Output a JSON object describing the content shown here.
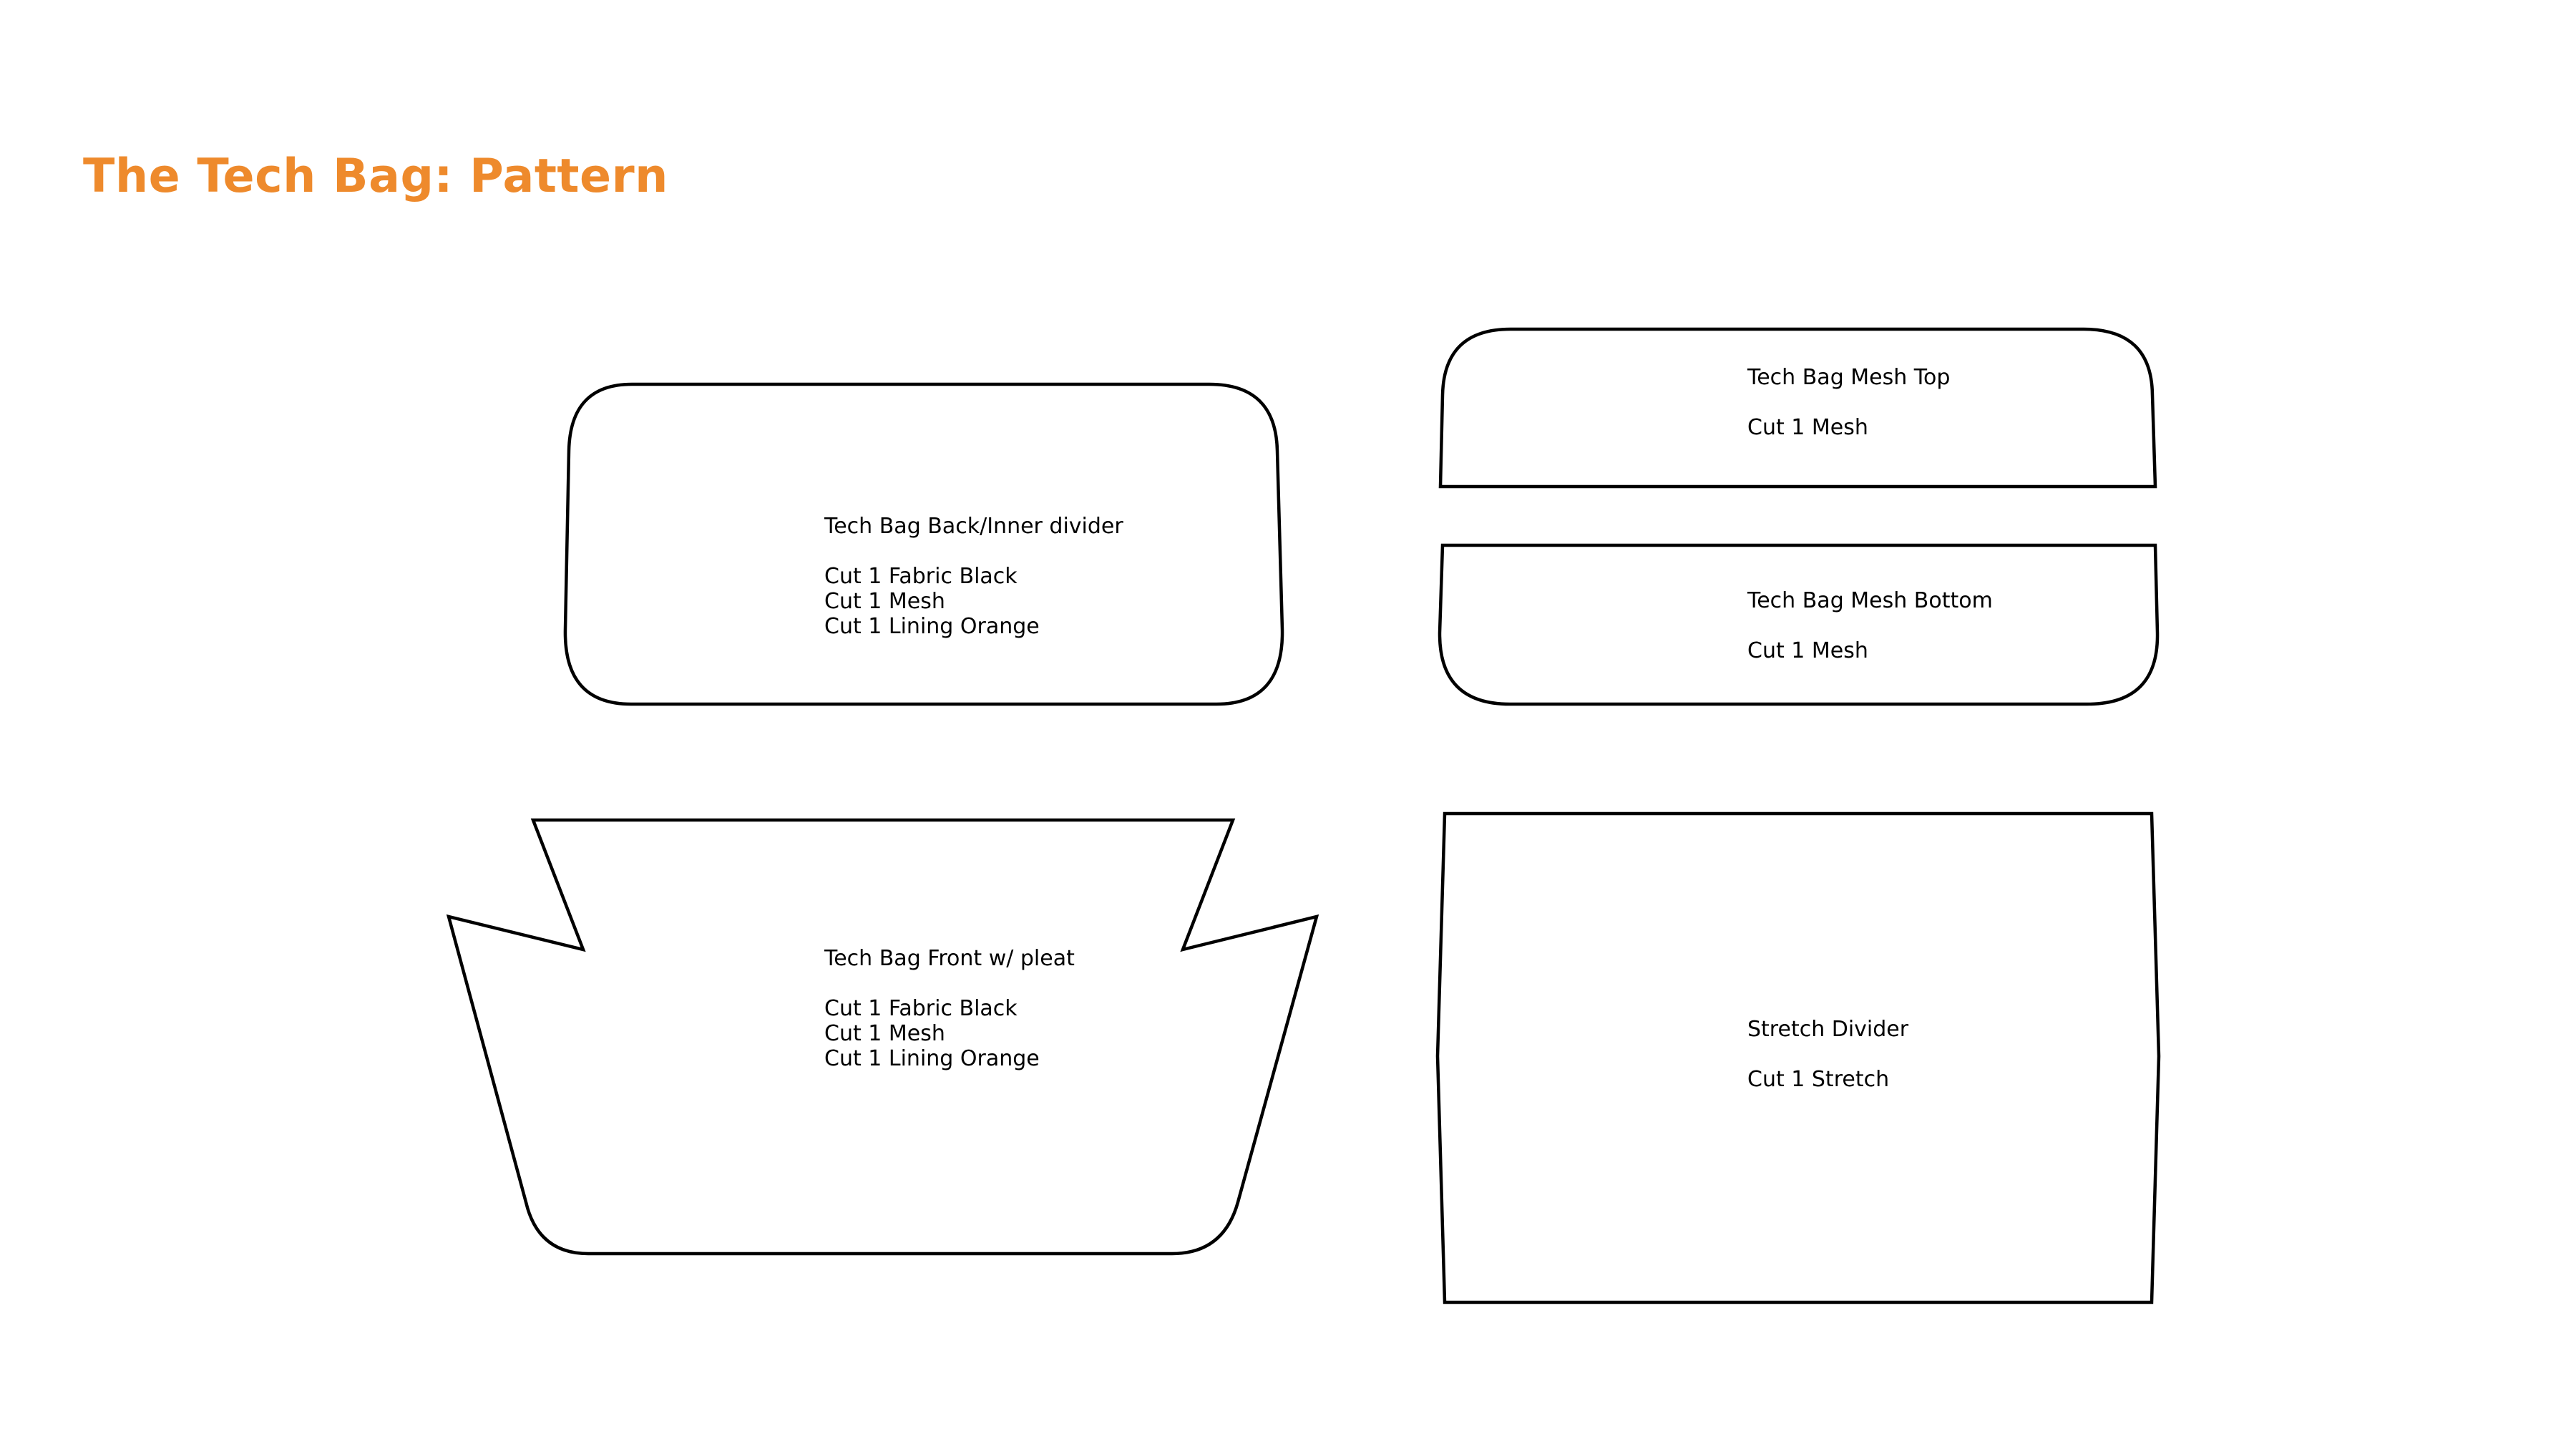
{
  "page": {
    "title": "The Tech Bag: Pattern",
    "accent_color": "#ee8a2c",
    "background_color": "#ffffff",
    "outline_color": "#000000"
  },
  "pieces": {
    "back_divider": {
      "name": "Tech Bag Back/Inner divider",
      "cuts": [
        "Cut 1 Fabric Black",
        "Cut 1 Mesh",
        "Cut 1 Lining Orange"
      ]
    },
    "mesh_top": {
      "name": "Tech Bag Mesh Top",
      "cuts": [
        "Cut 1 Mesh"
      ]
    },
    "mesh_bottom": {
      "name": "Tech Bag Mesh Bottom",
      "cuts": [
        "Cut 1 Mesh"
      ]
    },
    "front_pleat": {
      "name": "Tech Bag Front w/ pleat",
      "cuts": [
        "Cut 1 Fabric Black",
        "Cut 1 Mesh",
        "Cut 1 Lining Orange"
      ]
    },
    "stretch_divider": {
      "name": "Stretch Divider",
      "cuts": [
        "Cut 1 Stretch"
      ]
    }
  }
}
